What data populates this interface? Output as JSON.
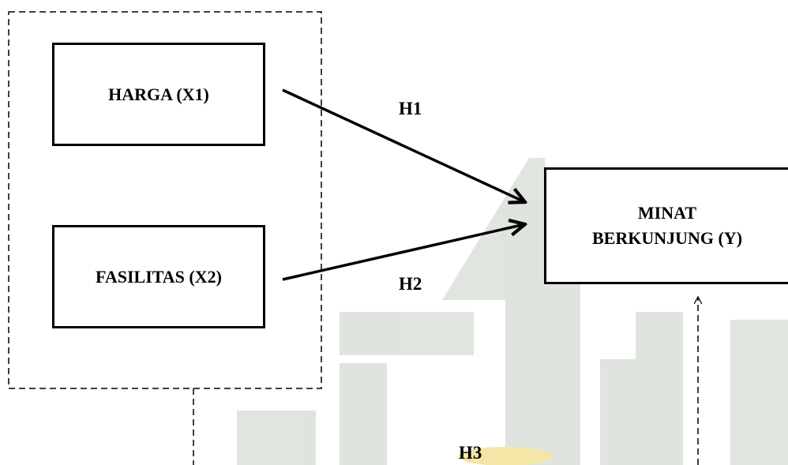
{
  "diagram": {
    "nodes": {
      "x1": {
        "label": "HARGA (X1)"
      },
      "x2": {
        "label": "FASILITAS (X2)"
      },
      "y": {
        "line1": "MINAT",
        "line2": "BERKUNJUNG (Y)"
      }
    },
    "hypotheses": {
      "h1": "H1",
      "h2": "H2",
      "h3": "H3"
    }
  },
  "colors": {
    "ink": "#000000",
    "watermark_green": "#d6dcd4",
    "watermark_gold": "#f3e6a6"
  }
}
